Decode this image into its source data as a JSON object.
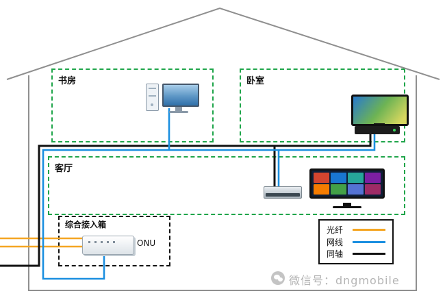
{
  "rooms": {
    "study": {
      "label": "书房"
    },
    "bedroom": {
      "label": "卧室"
    },
    "living": {
      "label": "客厅"
    }
  },
  "access_box": {
    "label": "综合接入箱",
    "device_label": "ONU"
  },
  "legend": {
    "items": [
      {
        "label": "光纤",
        "color": "#f5a623",
        "style": "background:#f5a623"
      },
      {
        "label": "网线",
        "color": "#1b8fe0",
        "style": "background:#1b8fe0"
      },
      {
        "label": "同轴",
        "color": "#111111",
        "style": "background:#111111"
      }
    ]
  },
  "watermark": {
    "text": "微信号：dngmobile"
  },
  "colors": {
    "room_border": "#1fa54a",
    "house_outline": "#8f8f8f",
    "fiber": "#f5a623",
    "ethernet": "#1b8fe0",
    "coax": "#111111"
  }
}
